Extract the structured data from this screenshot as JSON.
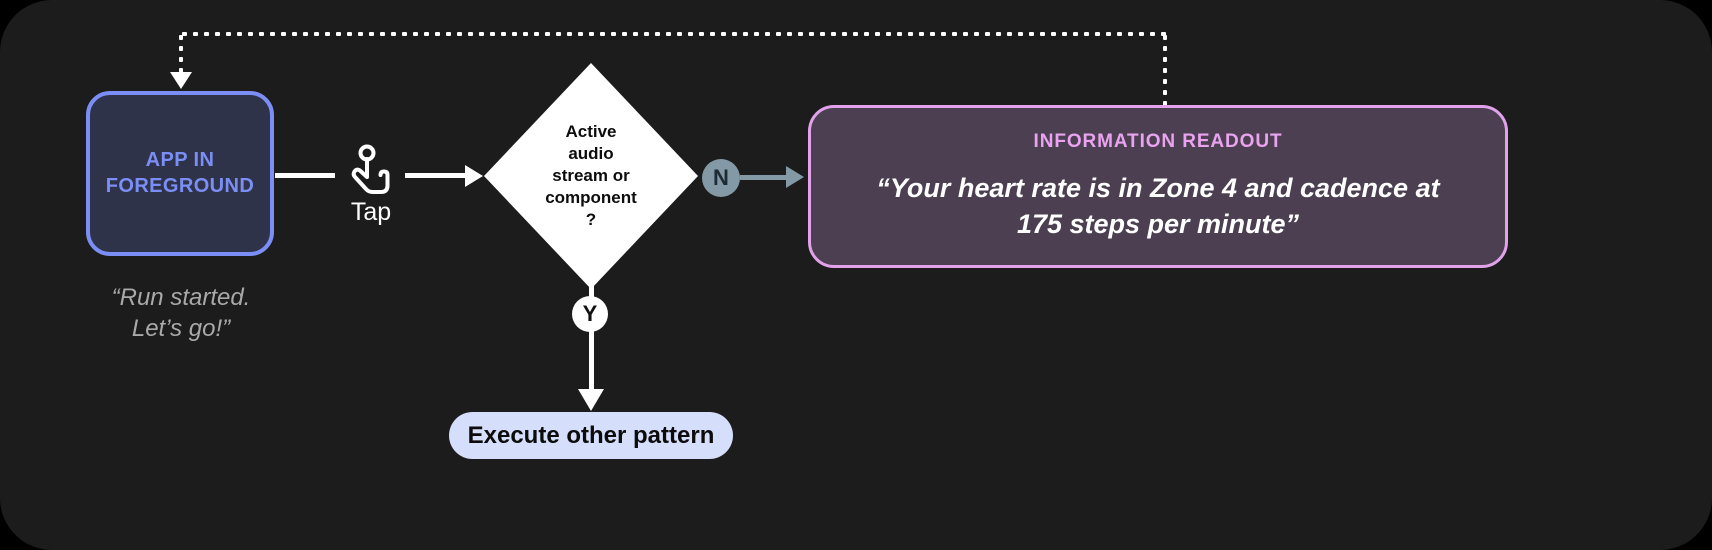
{
  "canvas": {
    "background": "#1c1c1c",
    "outer_background": "#000000"
  },
  "nodes": {
    "app_in_foreground": {
      "label": "APP IN\nFOREGROUND",
      "caption": "“Run started.\nLet’s go!”",
      "fill": "#2e3349",
      "border": "#7b8ef5",
      "text_color": "#7b8ef5",
      "caption_color": "#a9a9a9"
    },
    "gesture": {
      "icon": "tap-gesture-icon",
      "label": "Tap",
      "color": "#ffffff"
    },
    "decision": {
      "text": "Active\naudio\nstream or\ncomponent\n?",
      "fill": "#ffffff",
      "text_color": "#0d0d0d"
    },
    "readout": {
      "title": "INFORMATION READOUT",
      "quote": "“Your heart rate is in Zone 4 and cadence at\n175 steps per minute”",
      "fill": "#4b3f51",
      "border": "#e2a2ea",
      "title_color": "#e9a3ef",
      "quote_color": "#ffffff"
    },
    "execute_other": {
      "label": "Execute other pattern",
      "fill": "#d5defa",
      "text_color": "#0c0c0c"
    }
  },
  "branches": {
    "no": {
      "label": "N",
      "badge_fill": "#8399a6",
      "badge_text_color": "#1d2b33",
      "connector_color": "#8399a6"
    },
    "yes": {
      "label": "Y",
      "badge_fill": "#ffffff",
      "badge_text_color": "#111111",
      "connector_color": "#ffffff"
    }
  },
  "feedback_path": {
    "style": "dotted",
    "color": "#ffffff",
    "from": "readout",
    "to": "app_in_foreground"
  }
}
